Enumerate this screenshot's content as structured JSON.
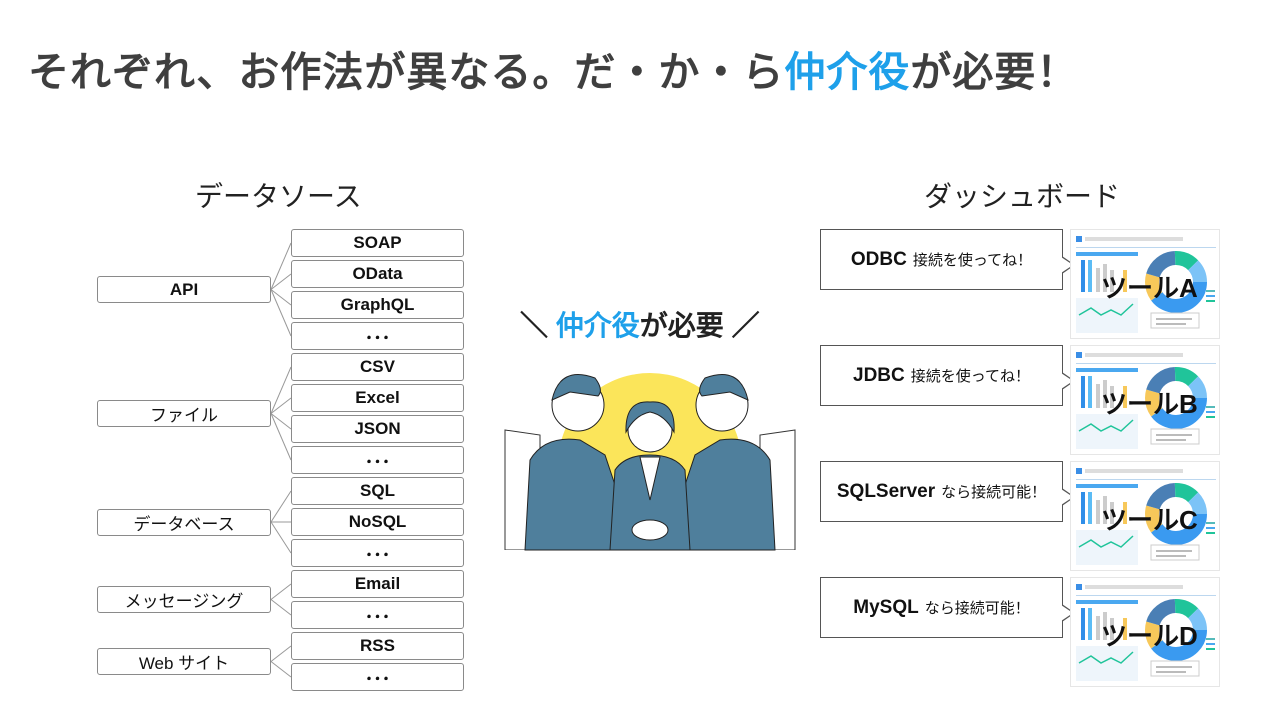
{
  "title": {
    "prefix": "それぞれ、お作法が異なる。だ・か・ら",
    "accent": "仲介役",
    "suffix": "が必要！"
  },
  "left": {
    "heading": "データソース",
    "groups": [
      {
        "label": "API",
        "items": [
          "SOAP",
          "OData",
          "GraphQL",
          "･･･"
        ]
      },
      {
        "label": "ファイル",
        "items": [
          "CSV",
          "Excel",
          "JSON",
          "･･･"
        ]
      },
      {
        "label": "データベース",
        "items": [
          "SQL",
          "NoSQL",
          "･･･"
        ]
      },
      {
        "label": "メッセージング",
        "items": [
          "Email",
          "･･･"
        ]
      },
      {
        "label": "Web サイト",
        "items": [
          "RSS",
          "･･･"
        ]
      }
    ]
  },
  "middle": {
    "open": "＼ ",
    "accent": "仲介役",
    "suffix": "が必要 ／"
  },
  "right": {
    "heading": "ダッシュボード",
    "tools": [
      {
        "name": "ODBC",
        "message": "接続を使ってね！",
        "tool": "ツールA"
      },
      {
        "name": "JDBC",
        "message": "接続を使ってね！",
        "tool": "ツールB"
      },
      {
        "name": "SQLServer",
        "message": "なら接続可能！",
        "tool": "ツールC"
      },
      {
        "name": "MySQL",
        "message": "なら接続可能！",
        "tool": "ツールD"
      }
    ]
  },
  "colors": {
    "accent": "#1ea0ea",
    "title": "#3f3f3f",
    "yellow": "#fbe55a",
    "suit": "#4f7f9c"
  }
}
